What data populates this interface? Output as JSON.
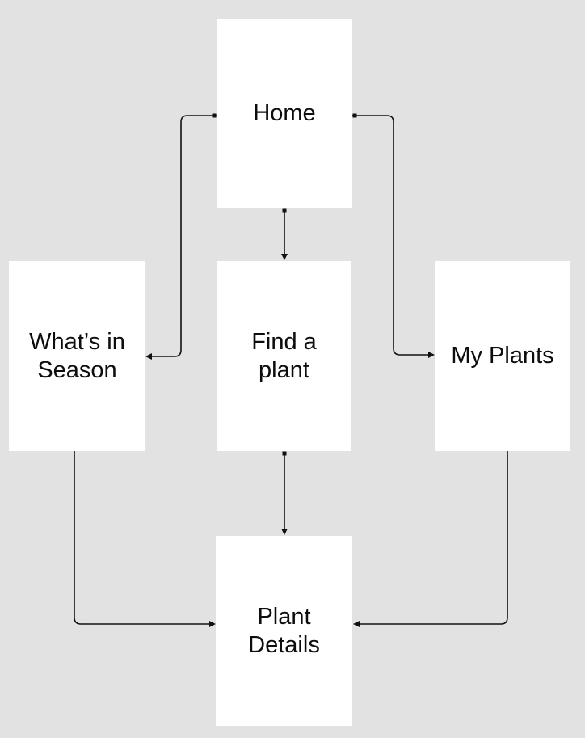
{
  "canvas": {
    "background_color": "#e2e2e2",
    "node_fill_color": "#ffffff",
    "line_color": "#111111",
    "text_color": "#0d0d0d"
  },
  "diagram": {
    "nodes": [
      {
        "id": "home",
        "label": "Home"
      },
      {
        "id": "whats-in-season",
        "label": "What’s in Season"
      },
      {
        "id": "find-a-plant",
        "label": "Find a plant"
      },
      {
        "id": "my-plants",
        "label": "My Plants"
      },
      {
        "id": "plant-details",
        "label": "Plant Details"
      }
    ],
    "edges": [
      {
        "from": "home",
        "to": "find-a-plant",
        "arrow": "end"
      },
      {
        "from": "home",
        "to": "whats-in-season",
        "arrow": "end"
      },
      {
        "from": "home",
        "to": "my-plants",
        "arrow": "end"
      },
      {
        "from": "find-a-plant",
        "to": "plant-details",
        "arrow": "end"
      },
      {
        "from": "whats-in-season",
        "to": "plant-details",
        "arrow": "end"
      },
      {
        "from": "my-plants",
        "to": "plant-details",
        "arrow": "end"
      }
    ]
  }
}
